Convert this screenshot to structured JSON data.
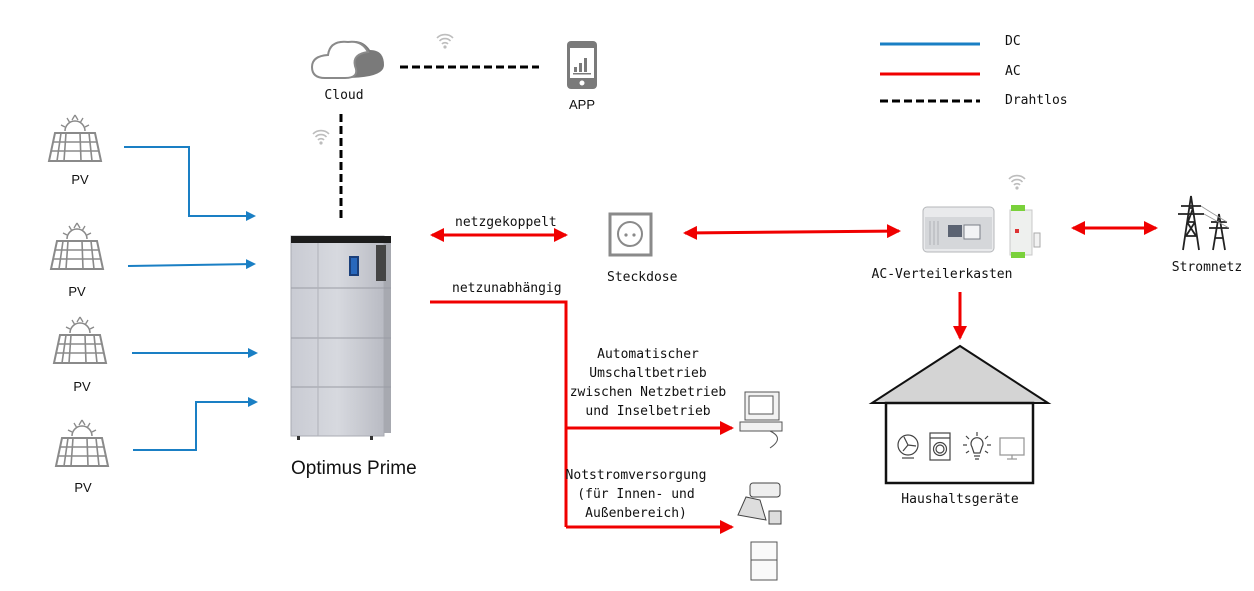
{
  "legend": {
    "items": [
      {
        "label": "DC",
        "color": "#1a7fc4",
        "style": "solid"
      },
      {
        "label": "AC",
        "color": "#f00000",
        "style": "solid"
      },
      {
        "label": "Drahtlos",
        "color": "#000000",
        "style": "dashed"
      }
    ]
  },
  "nodes": {
    "pv": [
      "PV",
      "PV",
      "PV",
      "PV"
    ],
    "cloud": "Cloud",
    "app": "APP",
    "battery": "Optimus Prime",
    "socket": "Steckdose",
    "distribution": "AC-Verteilerkasten",
    "grid": "Stromnetz",
    "household": "Haushaltsgeräte"
  },
  "connections": {
    "grid_tied": "netzgekoppelt",
    "off_grid": "netzunabhängig",
    "auto_switch": "Automatischer\nUmschaltbetrieb\nzwischen Netzbetrieb\nund Inselbetrieb",
    "backup": "Notstromversorgung\n(für Innen- und\nAußenbereich)"
  },
  "colors": {
    "dc": "#1a7fc4",
    "ac": "#f00000",
    "icon_gray": "#8a8a8a",
    "roof": "#d4d4d4"
  }
}
